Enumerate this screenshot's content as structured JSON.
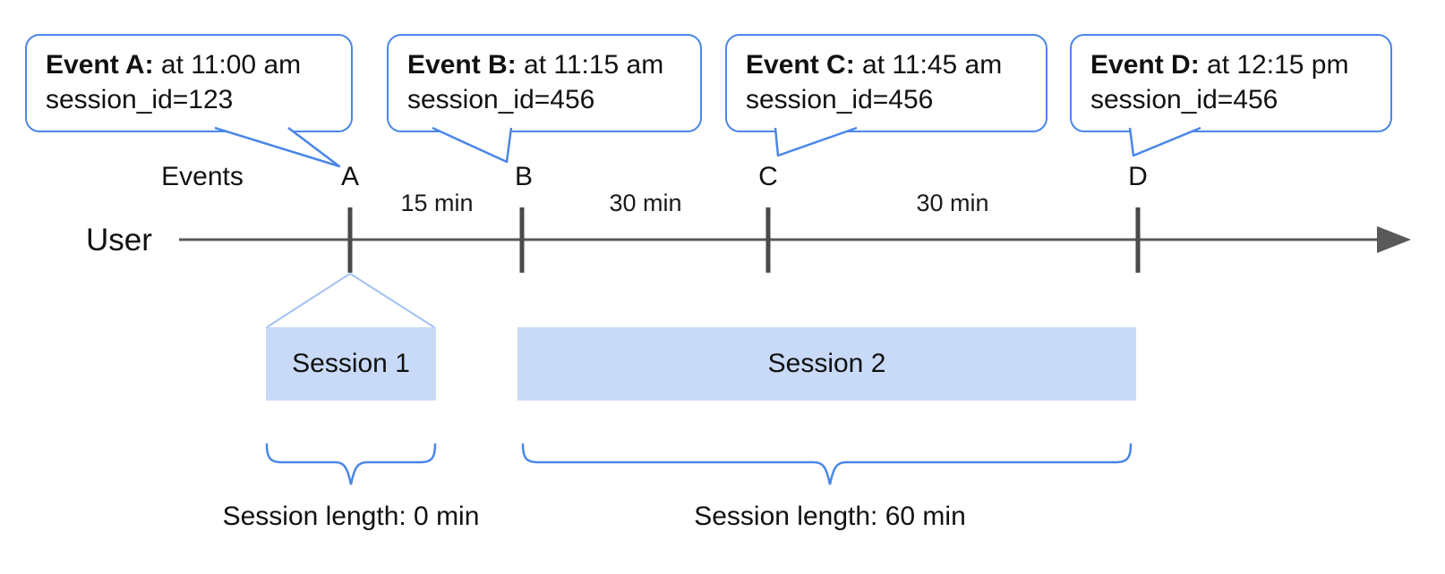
{
  "diagram": {
    "events_label": "Events",
    "user_label": "User",
    "callouts": [
      {
        "id": "A",
        "title": "Event A:",
        "time": " at 11:00 am",
        "session_line": "session_id=123"
      },
      {
        "id": "B",
        "title": "Event B:",
        "time": " at 11:15 am",
        "session_line": "session_id=456"
      },
      {
        "id": "C",
        "title": "Event C:",
        "time": " at 11:45 am",
        "session_line": "session_id=456"
      },
      {
        "id": "D",
        "title": "Event D:",
        "time": " at 12:15 pm",
        "session_line": "session_id=456"
      }
    ],
    "event_ticks": [
      "A",
      "B",
      "C",
      "D"
    ],
    "intervals": [
      "15 min",
      "30 min",
      "30 min"
    ],
    "sessions": [
      {
        "label": "Session 1",
        "length_label": "Session length: 0 min"
      },
      {
        "label": "Session 2",
        "length_label": "Session length: 60 min"
      }
    ],
    "colors": {
      "callout_border_blue": "#4a86e8",
      "brace_blue": "#4a86e8",
      "funnel_light_blue": "#a4c2f4",
      "session_fill_blue": "#c9daf8",
      "timeline_gray": "#595959",
      "text_black": "#111111"
    }
  }
}
